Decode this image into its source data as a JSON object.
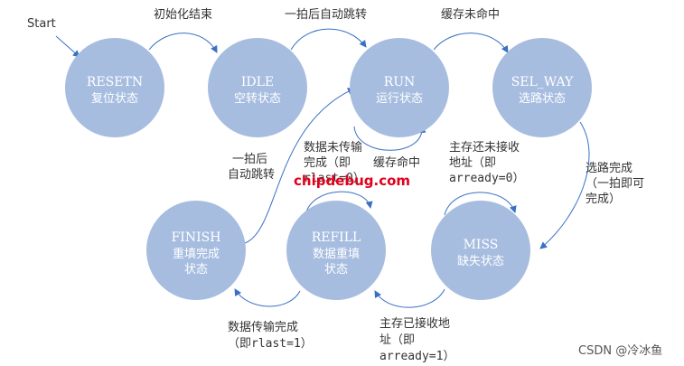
{
  "start_label": "Start",
  "states": {
    "resetn": {
      "name": "RESETN",
      "desc": "复位状态"
    },
    "idle": {
      "name": "IDLE",
      "desc": "空转状态"
    },
    "run": {
      "name": "RUN",
      "desc": "运行状态"
    },
    "sel_way": {
      "name": "SEL_WAY",
      "desc": "选路状态"
    },
    "finish": {
      "name": "FINISH",
      "desc_lines": [
        "重填完成",
        "状态"
      ]
    },
    "refill": {
      "name": "REFILL",
      "desc_lines": [
        "数据重填",
        "状态"
      ]
    },
    "miss": {
      "name": "MISS",
      "desc": "缺失状态"
    }
  },
  "edges": {
    "resetn_idle": "初始化结束",
    "idle_run": "一拍后自动跳转",
    "run_selway": "缓存未命中",
    "run_self": "缓存命中",
    "finish_run": [
      "一拍后",
      "自动跳转"
    ],
    "refill_self": [
      "数据未传输",
      "完成（即",
      "rlast=0）"
    ],
    "miss_self": [
      "主存还未接收",
      "地址（即",
      "arready=0）"
    ],
    "selway_miss": [
      "选路完成",
      "（一拍即可",
      "完成）"
    ],
    "refill_finish": [
      "数据传输完成",
      "（即rlast=1）"
    ],
    "miss_refill": [
      "主存已接收地",
      "址（即",
      "arready=1）"
    ]
  },
  "watermark": "chipdebug.com",
  "credit": "CSDN @冷冰鱼",
  "colors": {
    "node": "#a7bde0",
    "arrow": "#3a6fc4",
    "watermark": "#e0001b"
  }
}
